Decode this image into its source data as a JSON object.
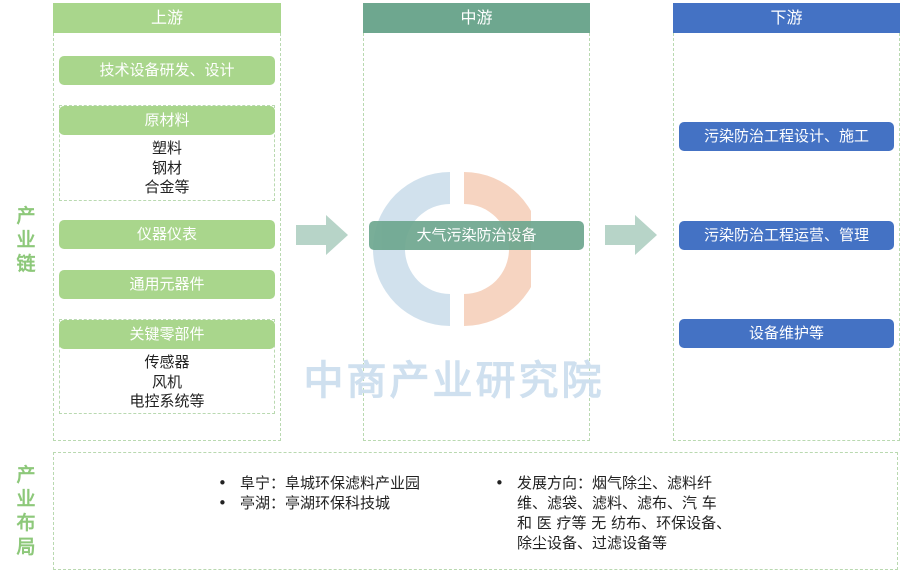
{
  "side_labels": {
    "chain": "产\n业\n链",
    "layout": "产\n业\n布\n局"
  },
  "upstream": {
    "header": "上游",
    "items": [
      {
        "label": "技术设备研发、设计"
      },
      {
        "label": "原材料",
        "subs": [
          "塑料",
          "钢材",
          "合金等"
        ]
      },
      {
        "label": "仪器仪表"
      },
      {
        "label": "通用元器件"
      },
      {
        "label": "关键零部件",
        "subs": [
          "传感器",
          "风机",
          "电控系统等"
        ]
      }
    ]
  },
  "midstream": {
    "header": "中游",
    "items": [
      {
        "label": "大气污染防治设备"
      }
    ]
  },
  "downstream": {
    "header": "下游",
    "items": [
      {
        "label": "污染防治工程设计、施工"
      },
      {
        "label": "污染防治工程运营、管理"
      },
      {
        "label": "设备维护等"
      }
    ]
  },
  "layout": {
    "locations": [
      "阜宁：阜城环保滤料产业园",
      "亭湖：亭湖环保科技城"
    ],
    "direction_lines": [
      "发展方向：烟气除尘、滤料纤",
      "维、滤袋、滤料、滤布、汽 车",
      "和 医 疗等 无 纺布、环保设备、",
      "除尘设备、过滤设备等"
    ]
  },
  "watermark": "中商产业研究院",
  "colors": {
    "green": "#a9d68c",
    "teal": "#6ea78f",
    "blue": "#4472c4",
    "arrow": "#b7d4c8",
    "label": "#8dc87a"
  }
}
